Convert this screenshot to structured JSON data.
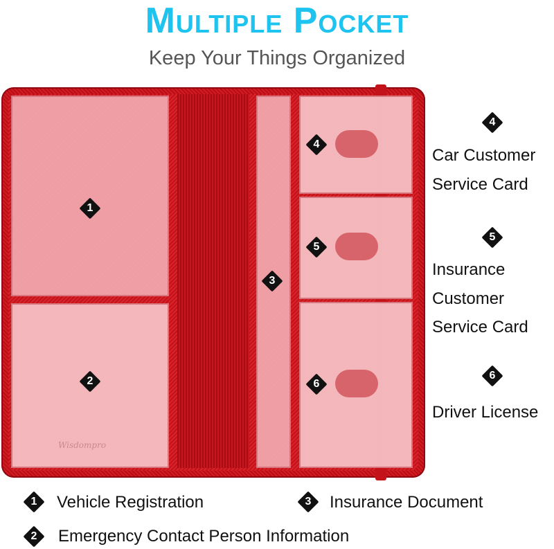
{
  "header": {
    "title": "Multiple Pocket",
    "subtitle": "Keep Your Things Organized"
  },
  "watermark": "Wisdompro",
  "badges": [
    "1",
    "2",
    "3",
    "4",
    "5",
    "6"
  ],
  "side_labels": {
    "car_service": {
      "badge": "4",
      "line1": "Car Customer",
      "line2": "Service Card"
    },
    "insurance_service": {
      "badge": "5",
      "line1": "Insurance",
      "line2": "Customer",
      "line3": "Service Card"
    },
    "driver_license": {
      "badge": "6",
      "line1": "Driver License"
    }
  },
  "bottom_labels": {
    "vehicle_registration": {
      "badge": "1",
      "text": "Vehicle Registration"
    },
    "insurance_document": {
      "badge": "3",
      "text": "Insurance Document"
    },
    "emergency_contact": {
      "badge": "2",
      "text": "Emergency Contact Person Information"
    }
  },
  "colors": {
    "title": "#1ec3ef",
    "wallet_red": "#c4121a",
    "pocket": "#f2b0b6",
    "badge": "#111111"
  }
}
